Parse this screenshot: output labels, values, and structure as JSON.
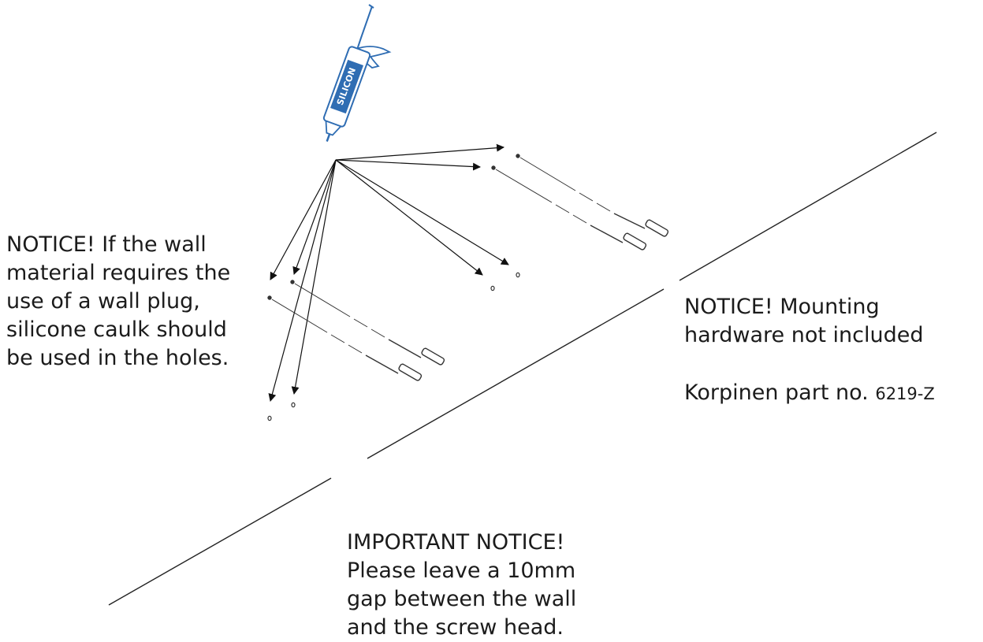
{
  "notices": {
    "left": {
      "lines": [
        "NOTICE! If the wall",
        "material requires the",
        "use of a wall plug,",
        "silicone caulk should",
        "be used in the holes."
      ]
    },
    "right": {
      "lines": [
        "NOTICE! Mounting",
        "hardware not included"
      ]
    },
    "part": {
      "label": "Korpinen part no.",
      "number": "6219-Z"
    },
    "bottom": {
      "lines": [
        "IMPORTANT NOTICE!",
        "Please leave a 10mm",
        "gap between the wall",
        "and the screw head."
      ]
    }
  },
  "caulk_tube": {
    "label": "SILICON",
    "icon": "silicone-caulk-gun-icon"
  },
  "colors": {
    "text": "#1b1b1b",
    "line": "#222222",
    "tube_blue": "#2f6db3"
  }
}
